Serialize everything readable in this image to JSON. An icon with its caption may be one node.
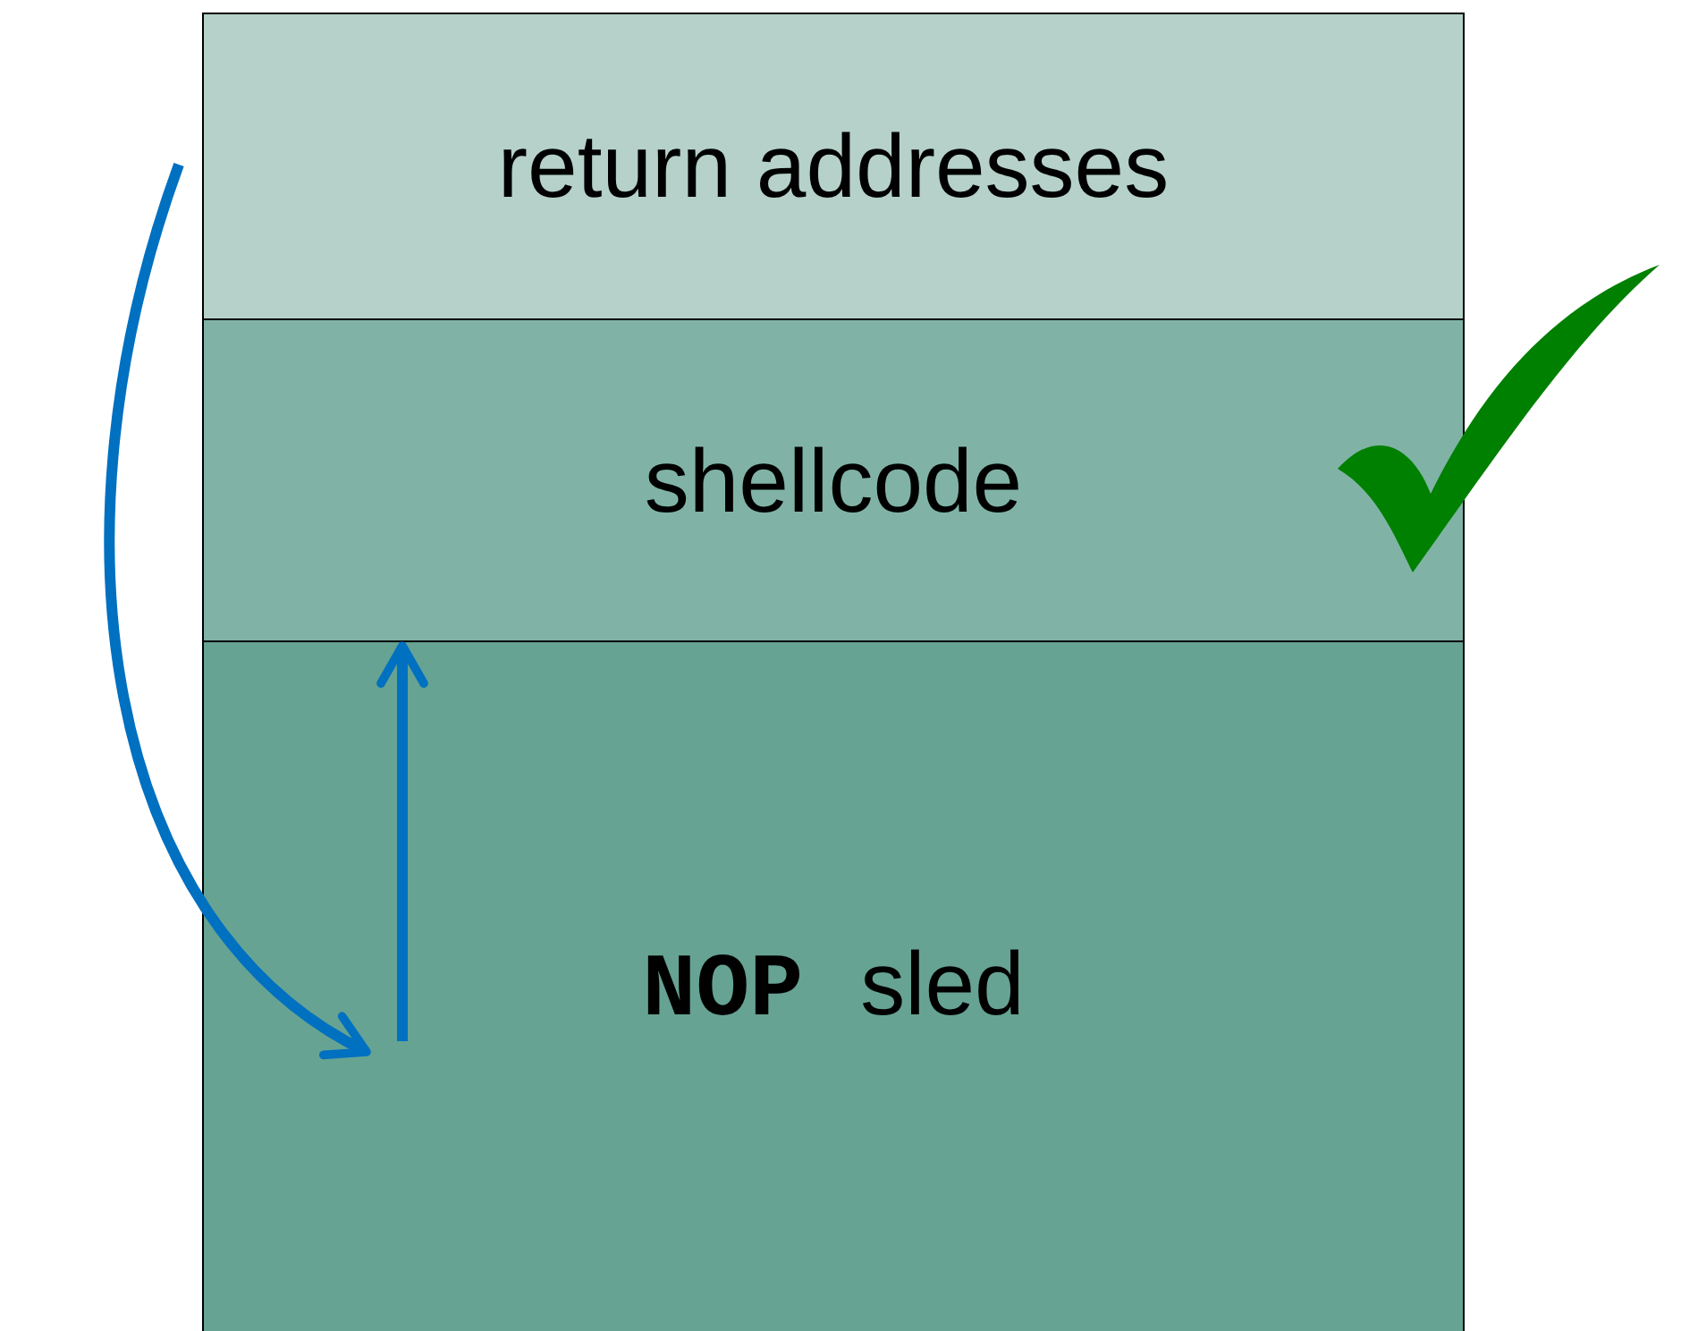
{
  "diagram": {
    "nodes": [
      {
        "text": [
          "return addresses"
        ]
      },
      {
        "text": [
          "shellcode"
        ]
      },
      {
        "text": [
          "**NOP** sled"
        ]
      }
    ],
    "edges": [
      {
        "from": 0,
        "to": 2,
        "arrow": "to"
      },
      {
        "from": 2,
        "to": 1,
        "arrow": "to"
      }
    ]
  }
}
